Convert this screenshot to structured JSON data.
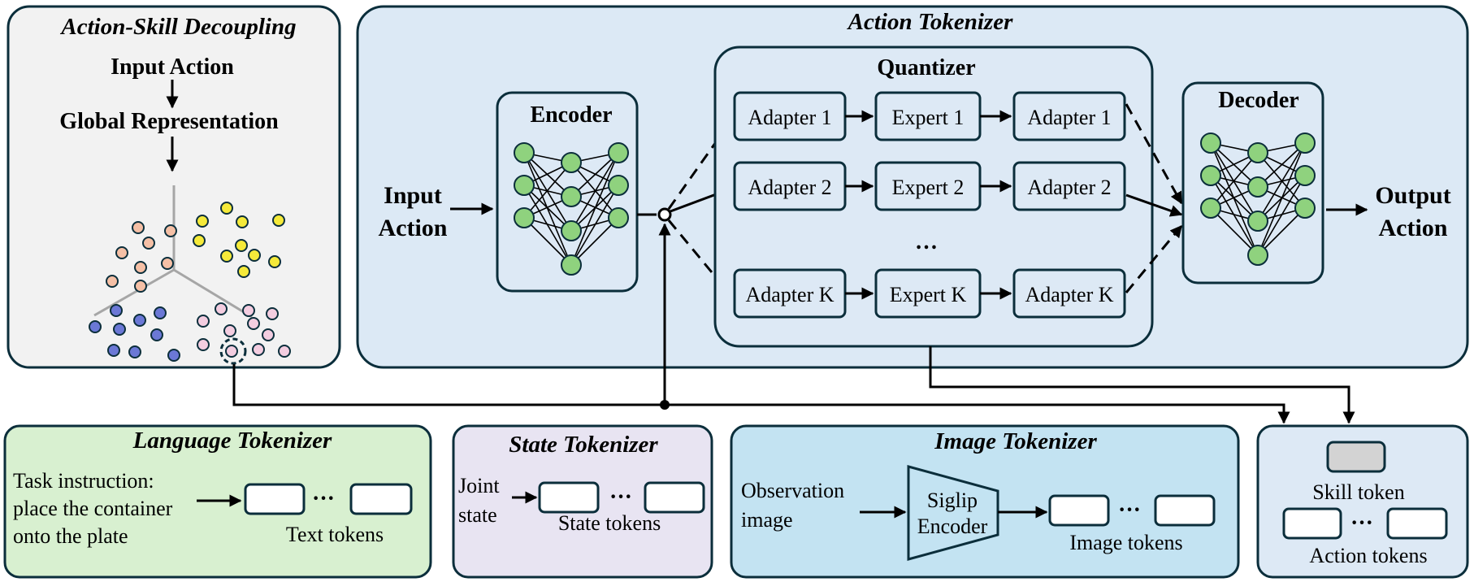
{
  "panels": {
    "decoupling": {
      "title": "Action-Skill Decoupling",
      "input_label": "Input Action",
      "global_label": "Global Representation"
    },
    "action_tokenizer": {
      "title": "Action Tokenizer",
      "input_label": [
        "Input",
        "Action"
      ],
      "output_label": [
        "Output",
        "Action"
      ],
      "encoder_label": "Encoder",
      "decoder_label": "Decoder",
      "quantizer_label": "Quantizer",
      "rows": [
        {
          "adapter_in": "Adapter 1",
          "expert": "Expert 1",
          "adapter_out": "Adapter 1"
        },
        {
          "adapter_in": "Adapter 2",
          "expert": "Expert 2",
          "adapter_out": "Adapter 2"
        },
        {
          "adapter_in": "Adapter K",
          "expert": "Expert K",
          "adapter_out": "Adapter K"
        }
      ],
      "ellipsis": "…"
    },
    "language": {
      "title": "Language Tokenizer",
      "instruction_lines": [
        "Task instruction:",
        "place the container",
        "onto the plate"
      ],
      "tokens_label": "Text tokens",
      "ellipsis": "···"
    },
    "state": {
      "title": "State Tokenizer",
      "input_lines": [
        "Joint",
        "state"
      ],
      "tokens_label": "State tokens",
      "ellipsis": "···"
    },
    "image": {
      "title": "Image Tokenizer",
      "input_lines": [
        "Observation",
        "image"
      ],
      "encoder_lines": [
        "Siglip",
        "Encoder"
      ],
      "tokens_label": "Image tokens",
      "ellipsis": "···"
    },
    "output_tokens": {
      "skill_label": "Skill token",
      "action_label": "Action tokens",
      "ellipsis": "···"
    }
  },
  "colors": {
    "decoupling_bg": "#f2f2f2",
    "action_bg": "#dce9f5",
    "language_bg": "#d8f0d0",
    "state_bg": "#e8e4f2",
    "image_bg": "#c3e3f2",
    "output_bg": "#dde9f5",
    "node_green": "#8fd27e",
    "skill_token": "#d3d3d3",
    "cluster_salmon": "#f5c0a6",
    "cluster_yellow": "#f5ea3a",
    "cluster_blue": "#6b78d6",
    "cluster_pink": "#f3cde0",
    "border": "#0b2e3b"
  }
}
